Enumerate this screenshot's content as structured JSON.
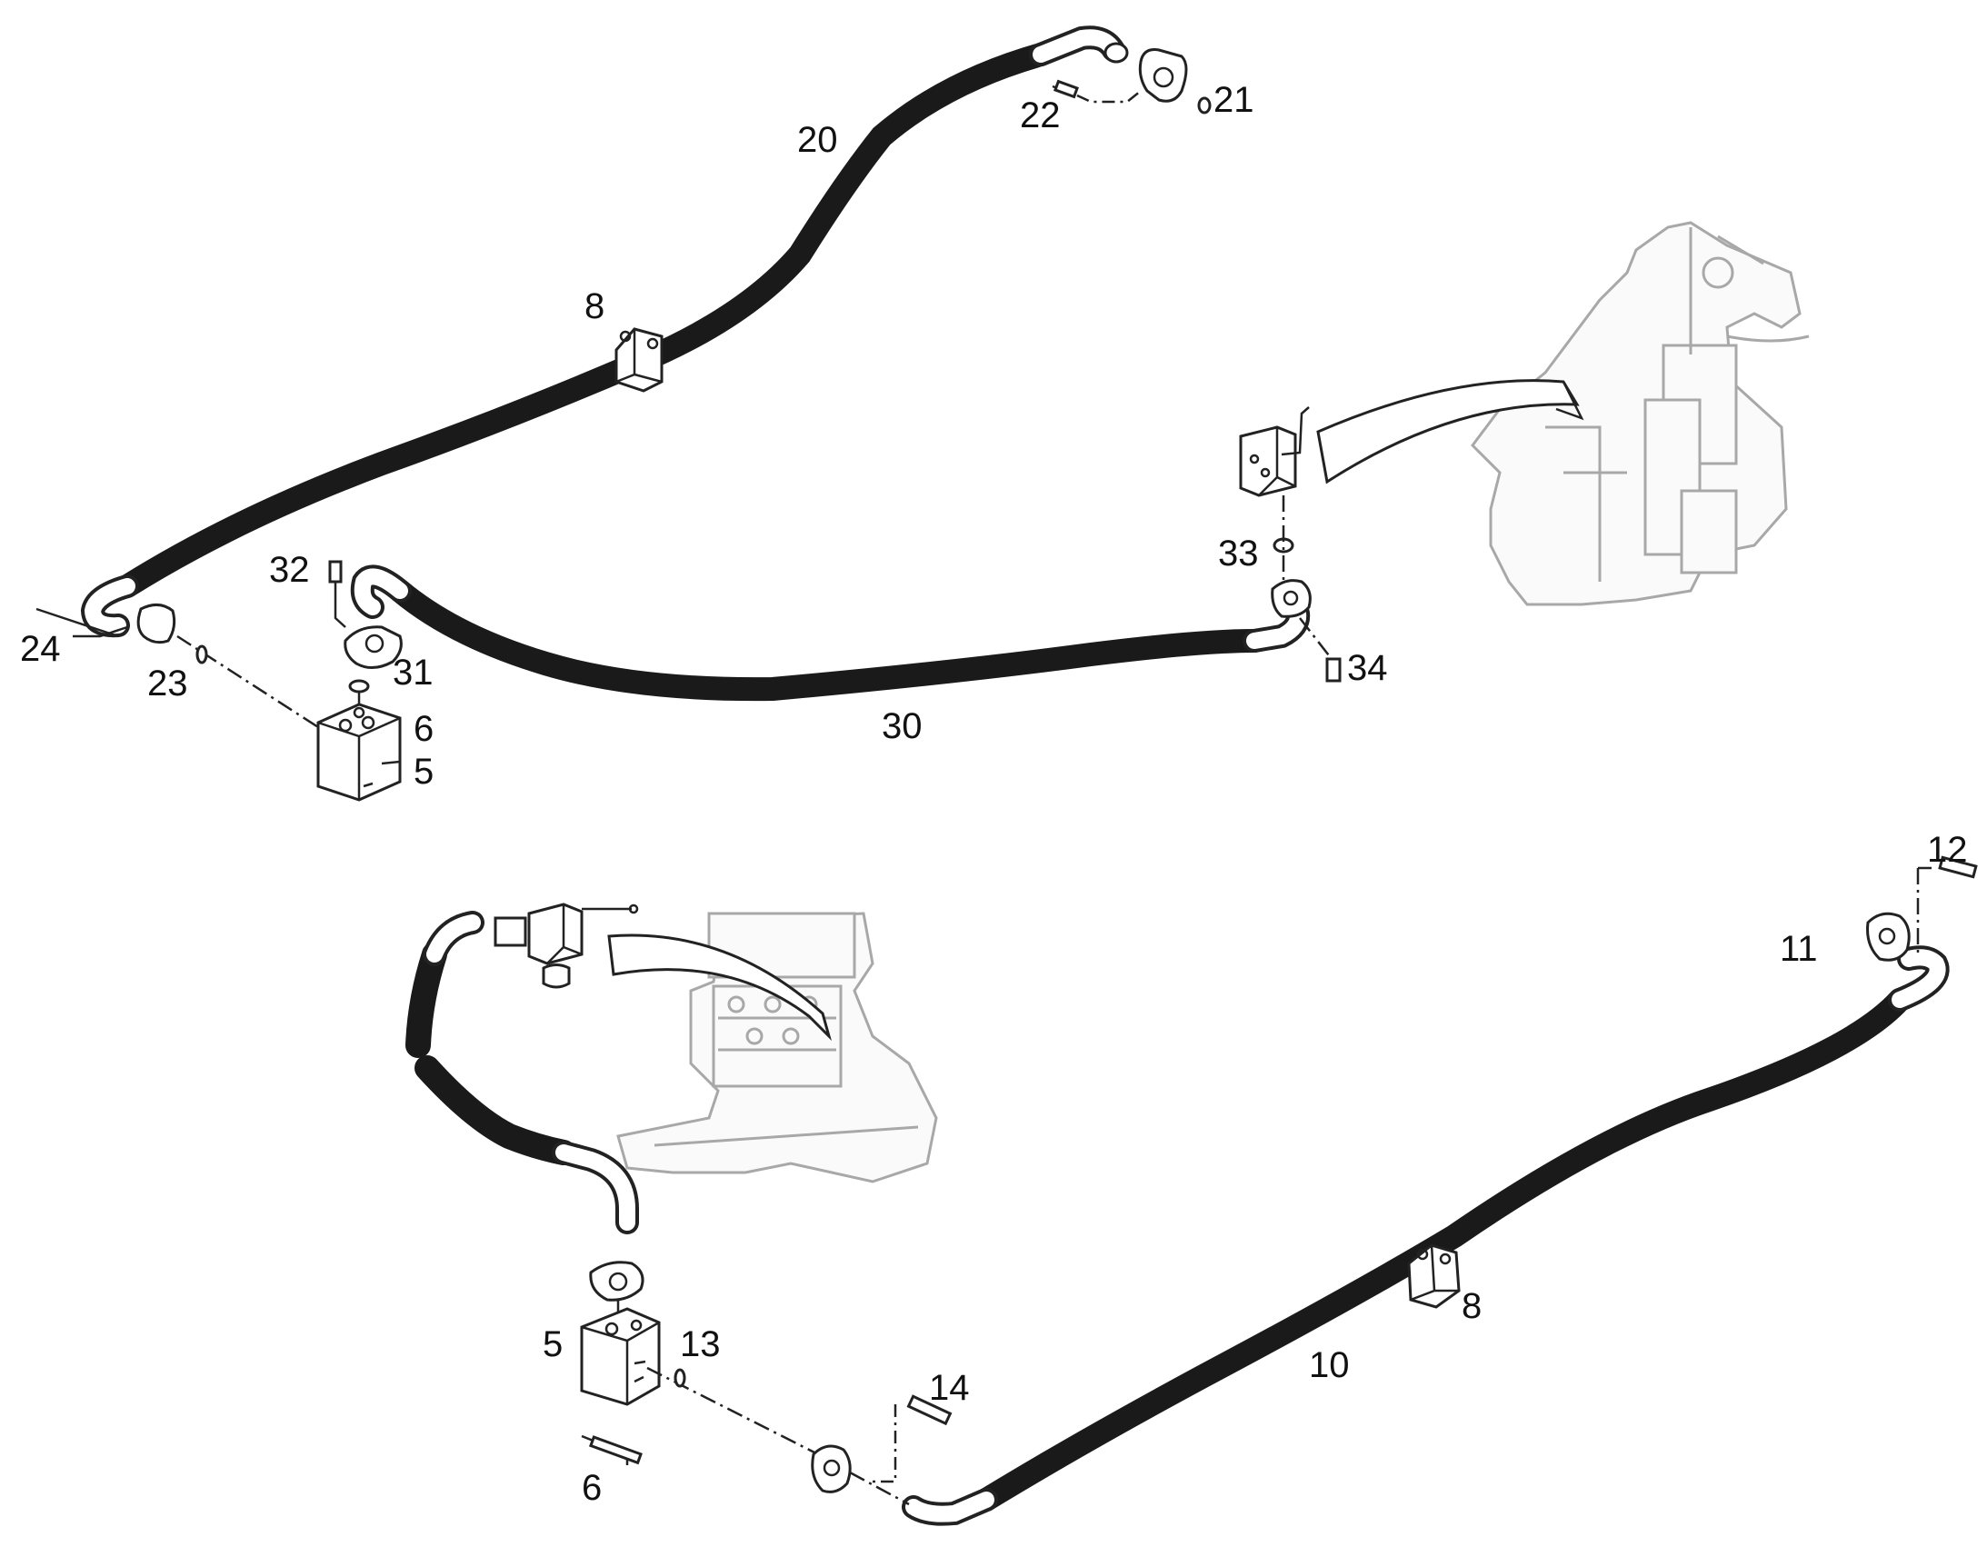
{
  "diagram": {
    "callouts": [
      {
        "id": "c20",
        "text": "20"
      },
      {
        "id": "c22",
        "text": "22"
      },
      {
        "id": "c21",
        "text": "21"
      },
      {
        "id": "c8a",
        "text": "8"
      },
      {
        "id": "c32",
        "text": "32"
      },
      {
        "id": "c24",
        "text": "24"
      },
      {
        "id": "c23",
        "text": "23"
      },
      {
        "id": "c31",
        "text": "31"
      },
      {
        "id": "c6a",
        "text": "6"
      },
      {
        "id": "c5a",
        "text": "5"
      },
      {
        "id": "c33",
        "text": "33"
      },
      {
        "id": "c34",
        "text": "34"
      },
      {
        "id": "c30",
        "text": "30"
      },
      {
        "id": "c12",
        "text": "12"
      },
      {
        "id": "c11",
        "text": "11"
      },
      {
        "id": "c5b",
        "text": "5"
      },
      {
        "id": "c13",
        "text": "13"
      },
      {
        "id": "c14",
        "text": "14"
      },
      {
        "id": "c8b",
        "text": "8"
      },
      {
        "id": "c10",
        "text": "10"
      },
      {
        "id": "c6b",
        "text": "6"
      }
    ],
    "colors": {
      "hose": "#1a1a1a",
      "line": "#222222",
      "ghost": "#a8a8a8",
      "background": "#ffffff"
    }
  }
}
